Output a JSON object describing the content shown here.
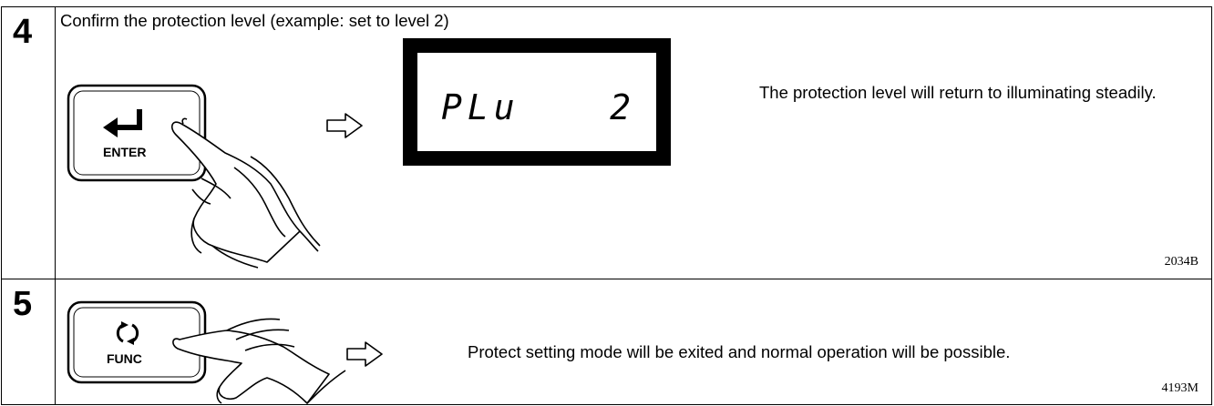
{
  "steps": [
    {
      "number": "4",
      "instruction": "Confirm the protection level (example: set to level 2)",
      "button_label": "ENTER",
      "button_icon": "enter-return-arrow-icon",
      "display": {
        "left": "PLu",
        "right": "2"
      },
      "caption": "The protection level will return to illuminating steadily.",
      "figure_code": "2034B"
    },
    {
      "number": "5",
      "button_label": "FUNC",
      "button_icon": "cycle-arrows-icon",
      "caption": "Protect setting mode will be exited and normal operation will be possible.",
      "figure_code": "4193M"
    }
  ]
}
